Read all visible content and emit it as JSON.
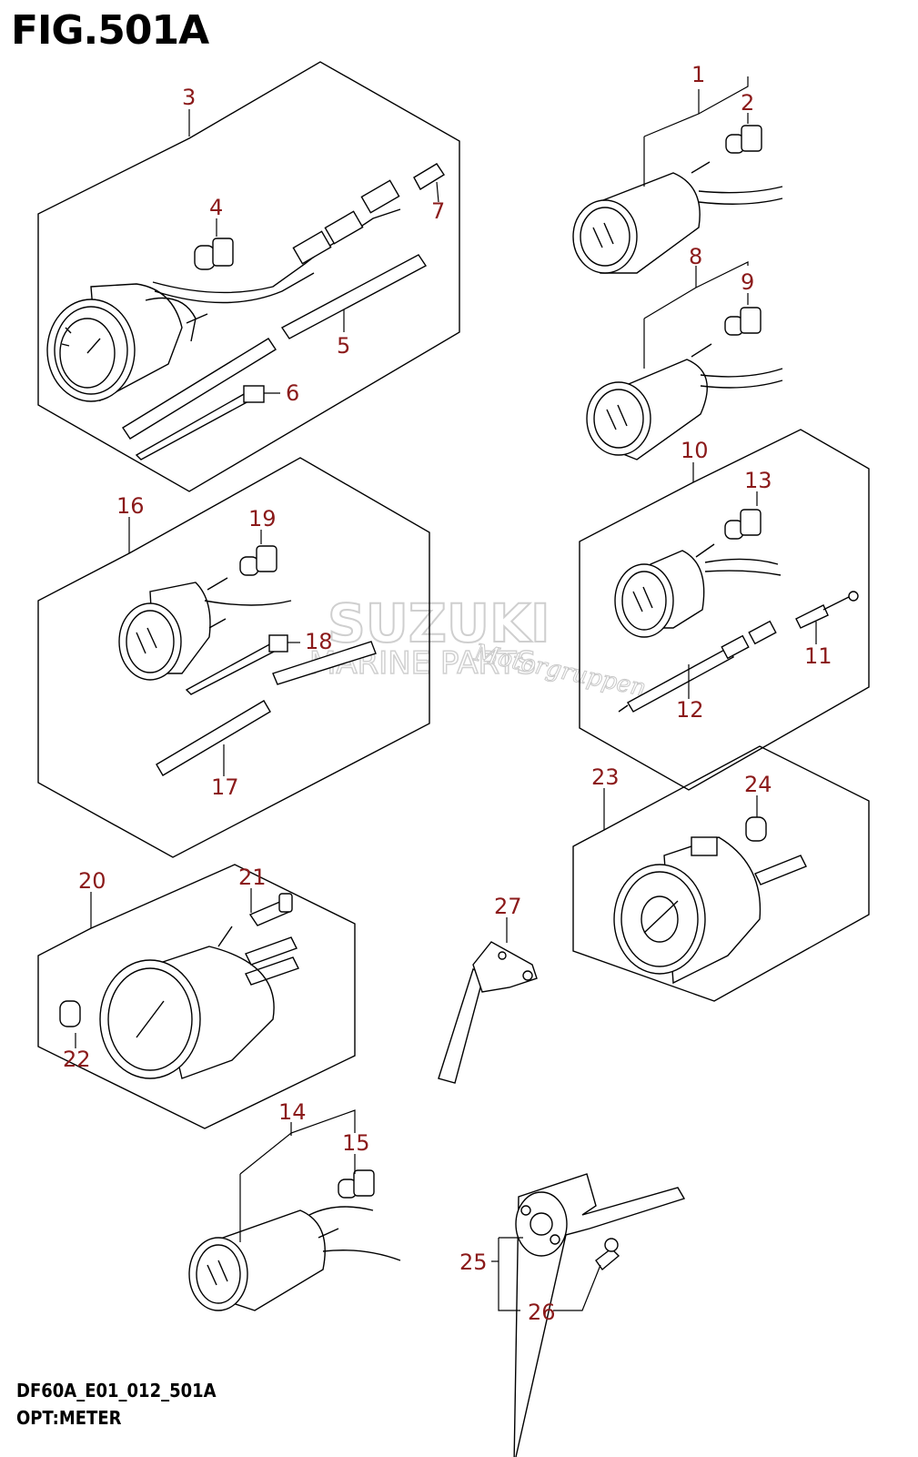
{
  "figure": {
    "title": "FIG.501A",
    "code": "DF60A_E01_012_501A",
    "name": "OPT:METER"
  },
  "watermark": {
    "brand": "SUZUKI",
    "line2": "MARINE PARTS",
    "script": "Motorgruppen"
  },
  "callouts": [
    "1",
    "2",
    "3",
    "4",
    "5",
    "6",
    "7",
    "8",
    "9",
    "10",
    "11",
    "12",
    "13",
    "14",
    "15",
    "16",
    "17",
    "18",
    "19",
    "20",
    "21",
    "22",
    "23",
    "24",
    "25",
    "26",
    "27"
  ]
}
